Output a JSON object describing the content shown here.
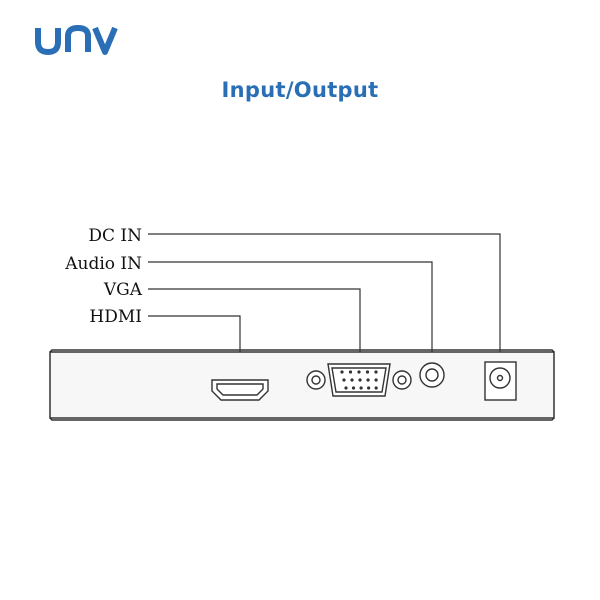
{
  "brand": {
    "logo_text": "UNV",
    "color": "#2a6fb5"
  },
  "page_title": "Input/Output",
  "ports": [
    {
      "label": "DC IN",
      "icon": "dc-jack-icon"
    },
    {
      "label": "Audio IN",
      "icon": "audio-jack-icon"
    },
    {
      "label": "VGA",
      "icon": "vga-port-icon"
    },
    {
      "label": "HDMI",
      "icon": "hdmi-port-icon"
    }
  ],
  "colors": {
    "title": "#2a6fb5",
    "line": "#333333",
    "panel_fill": "#f7f7f7"
  }
}
